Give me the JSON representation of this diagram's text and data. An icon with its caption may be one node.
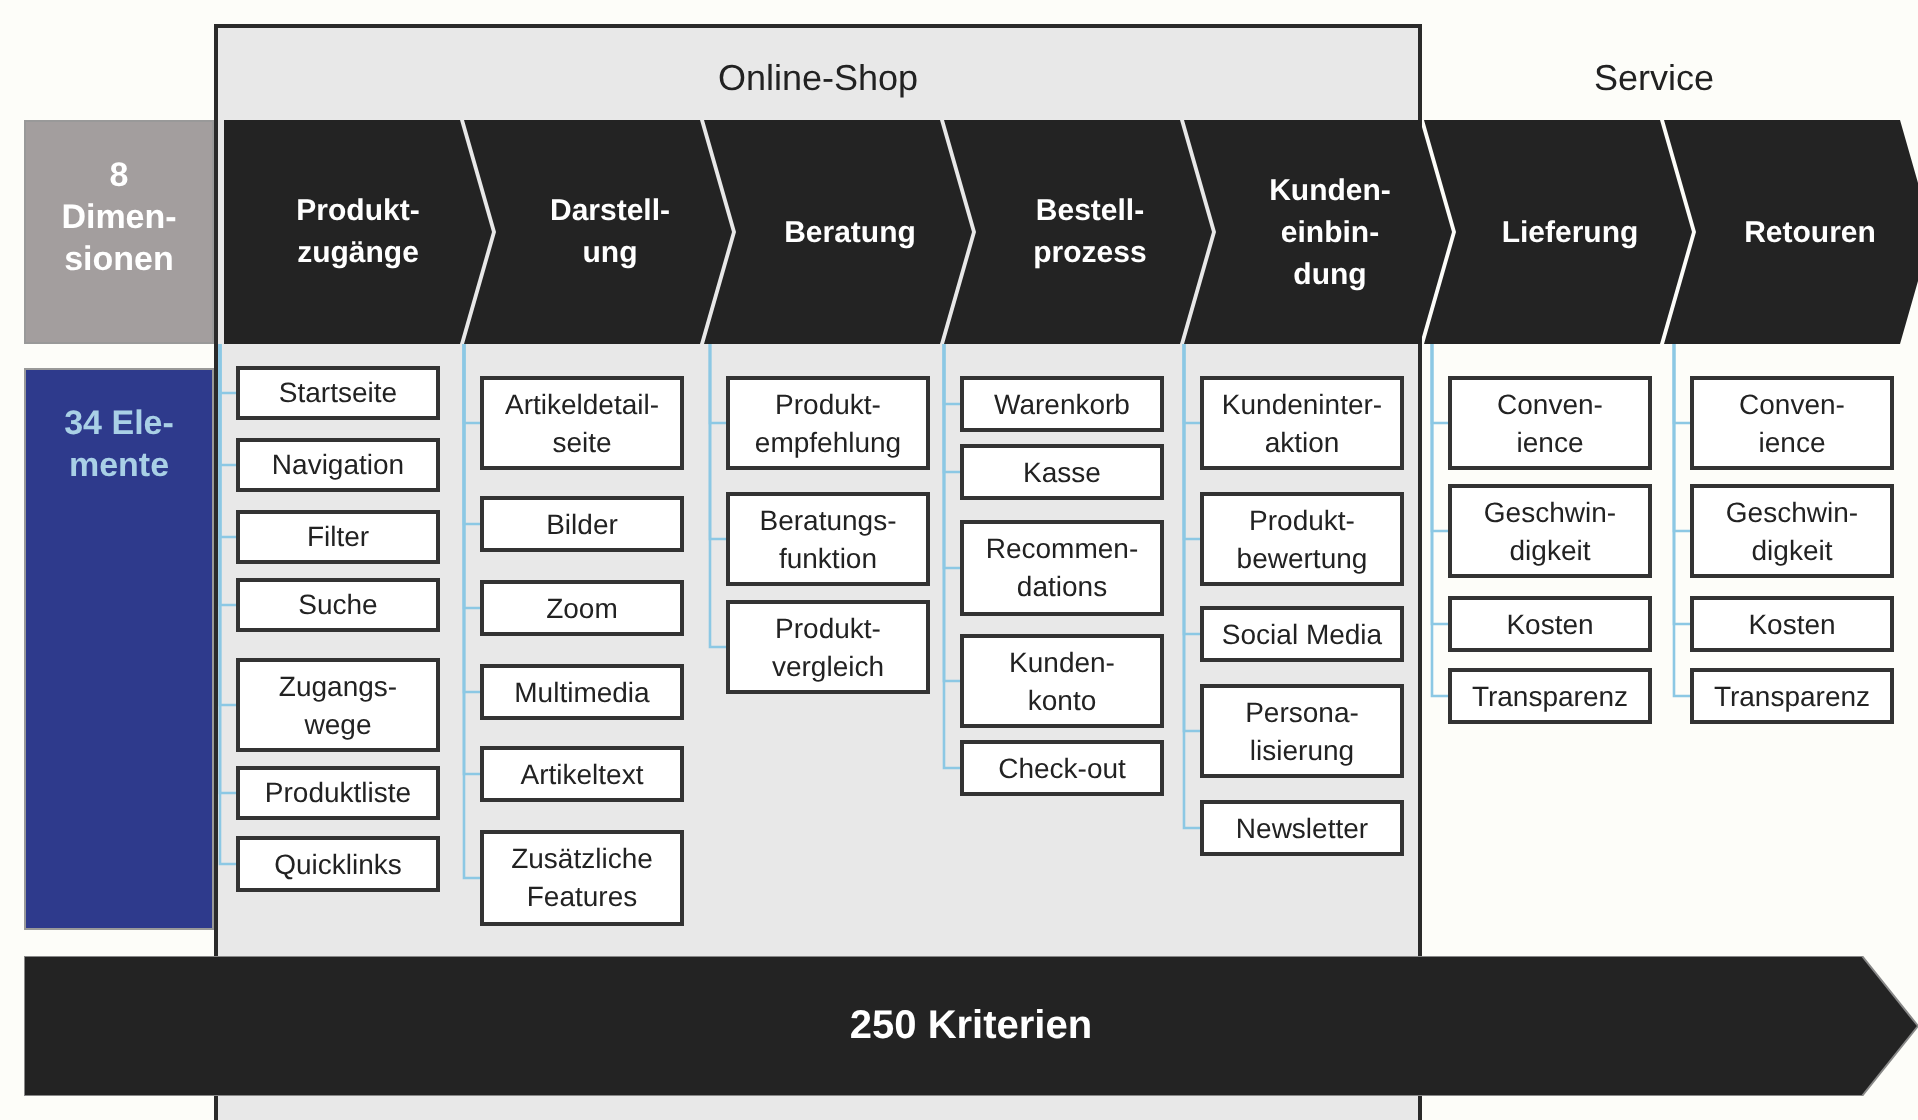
{
  "diagram": {
    "nodes": [
      {
        "text": [
          "Online-Shop"
        ]
      },
      {
        "text": [
          "8 Dimen- sionen"
        ]
      },
      {
        "text": [
          "Produkt- zugänge"
        ],
        "in": 0
      },
      {
        "text": [
          "Darstell- ung"
        ],
        "in": 0
      },
      {
        "text": [
          "Beratung"
        ],
        "in": 0
      },
      {
        "text": [
          "Bestell- prozess"
        ],
        "in": 0
      },
      {
        "text": [
          "Kunden- einbin- dung"
        ]
      },
      {
        "text": [
          "Lieferung"
        ]
      },
      {
        "text": [
          "Retouren"
        ]
      },
      {
        "text": [
          "34 Ele- mente"
        ]
      },
      {
        "text": [
          "Startseite"
        ],
        "in": 0
      },
      {
        "text": [
          "Navigation"
        ],
        "in": 0
      },
      {
        "text": [
          "Filter"
        ],
        "in": 0
      },
      {
        "text": [
          "Suche"
        ],
        "in": 0
      },
      {
        "text": [
          "Zugangs- wege"
        ],
        "in": 0
      },
      {
        "text": [
          "Produktliste"
        ],
        "in": 0
      },
      {
        "text": [
          "Quicklinks"
        ],
        "in": 0
      },
      {
        "text": [
          "Artikeldetail- seite"
        ],
        "in": 0
      },
      {
        "text": [
          "Bilder"
        ],
        "in": 0
      },
      {
        "text": [
          "Zoom"
        ],
        "in": 0
      },
      {
        "text": [
          "Multimedia"
        ],
        "in": 0
      },
      {
        "text": [
          "Artikeltext"
        ],
        "in": 0
      },
      {
        "text": [
          "Zusätzliche Features"
        ],
        "in": 0
      },
      {
        "text": [
          "Produkt- empfehlung"
        ],
        "in": 0
      },
      {
        "text": [
          "Beratungs- funktion"
        ],
        "in": 0
      },
      {
        "text": [
          "Produkt- vergleich"
        ],
        "in": 0
      },
      {
        "text": [
          "Warenkorb"
        ],
        "in": 0
      },
      {
        "text": [
          "Kasse"
        ],
        "in": 0
      },
      {
        "text": [
          "Recommen- dations"
        ],
        "in": 0
      },
      {
        "text": [
          "Kunden- konto"
        ],
        "in": 0
      },
      {
        "text": [
          "Check-out"
        ],
        "in": 0
      },
      {
        "text": [
          "Kundeninter- aktion"
        ],
        "in": 0
      },
      {
        "text": [
          "Produkt- bewertung"
        ],
        "in": 0
      },
      {
        "text": [
          "Social Media"
        ],
        "in": 0
      },
      {
        "text": [
          "Persona- lisierung"
        ],
        "in": 0
      },
      {
        "text": [
          "Newsletter"
        ],
        "in": 0
      },
      {
        "text": [
          "Conven- ience"
        ]
      },
      {
        "text": [
          "Geschwin- digkeit"
        ]
      },
      {
        "text": [
          "Kosten"
        ]
      },
      {
        "text": [
          "Transparenz"
        ]
      },
      {
        "text": [
          "Conven- ience"
        ]
      },
      {
        "text": [
          "Geschwin- digkeit"
        ]
      },
      {
        "text": [
          "Kosten"
        ]
      },
      {
        "text": [
          "Transparenz"
        ]
      },
      {
        "text": [
          "250 Kriterien"
        ]
      }
    ],
    "edges": [
      {
        "from": 2,
        "to": 10,
        "arrow": "none"
      },
      {
        "from": 2,
        "to": 11,
        "arrow": "none"
      },
      {
        "from": 2,
        "to": 12,
        "arrow": "none"
      },
      {
        "from": 2,
        "to": 13,
        "arrow": "none"
      },
      {
        "from": 2,
        "to": 14,
        "arrow": "none"
      },
      {
        "from": 2,
        "to": 15,
        "arrow": "none"
      },
      {
        "from": 2,
        "to": 16,
        "arrow": "none"
      },
      {
        "from": 3,
        "to": 17,
        "arrow": "none"
      },
      {
        "from": 3,
        "to": 18,
        "arrow": "none"
      },
      {
        "from": 3,
        "to": 19,
        "arrow": "none"
      },
      {
        "from": 3,
        "to": 20,
        "arrow": "none"
      },
      {
        "from": 3,
        "to": 21,
        "arrow": "none"
      },
      {
        "from": 3,
        "to": 22,
        "arrow": "none"
      },
      {
        "from": 4,
        "to": 23,
        "arrow": "none"
      },
      {
        "from": 4,
        "to": 24,
        "arrow": "none"
      },
      {
        "from": 4,
        "to": 25,
        "arrow": "none"
      },
      {
        "from": 5,
        "to": 26,
        "arrow": "none"
      },
      {
        "from": 5,
        "to": 27,
        "arrow": "none"
      },
      {
        "from": 5,
        "to": 28,
        "arrow": "none"
      },
      {
        "from": 5,
        "to": 29,
        "arrow": "none"
      },
      {
        "from": 5,
        "to": 30,
        "arrow": "none"
      },
      {
        "from": 6,
        "to": 31,
        "arrow": "none"
      },
      {
        "from": 6,
        "to": 32,
        "arrow": "none"
      },
      {
        "from": 6,
        "to": 33,
        "arrow": "none"
      },
      {
        "from": 6,
        "to": 34,
        "arrow": "none"
      },
      {
        "from": 6,
        "to": 35,
        "arrow": "none"
      },
      {
        "from": 7,
        "to": 36,
        "arrow": "none"
      },
      {
        "from": 7,
        "to": 37,
        "arrow": "none"
      },
      {
        "from": 7,
        "to": 38,
        "arrow": "none"
      },
      {
        "from": 7,
        "to": 39,
        "arrow": "none"
      },
      {
        "from": 8,
        "to": 40,
        "arrow": "none"
      },
      {
        "from": 8,
        "to": 41,
        "arrow": "none"
      },
      {
        "from": 8,
        "to": 42,
        "arrow": "none"
      },
      {
        "from": 8,
        "to": 43,
        "arrow": "none"
      }
    ],
    "labels": [
      "Service"
    ]
  }
}
